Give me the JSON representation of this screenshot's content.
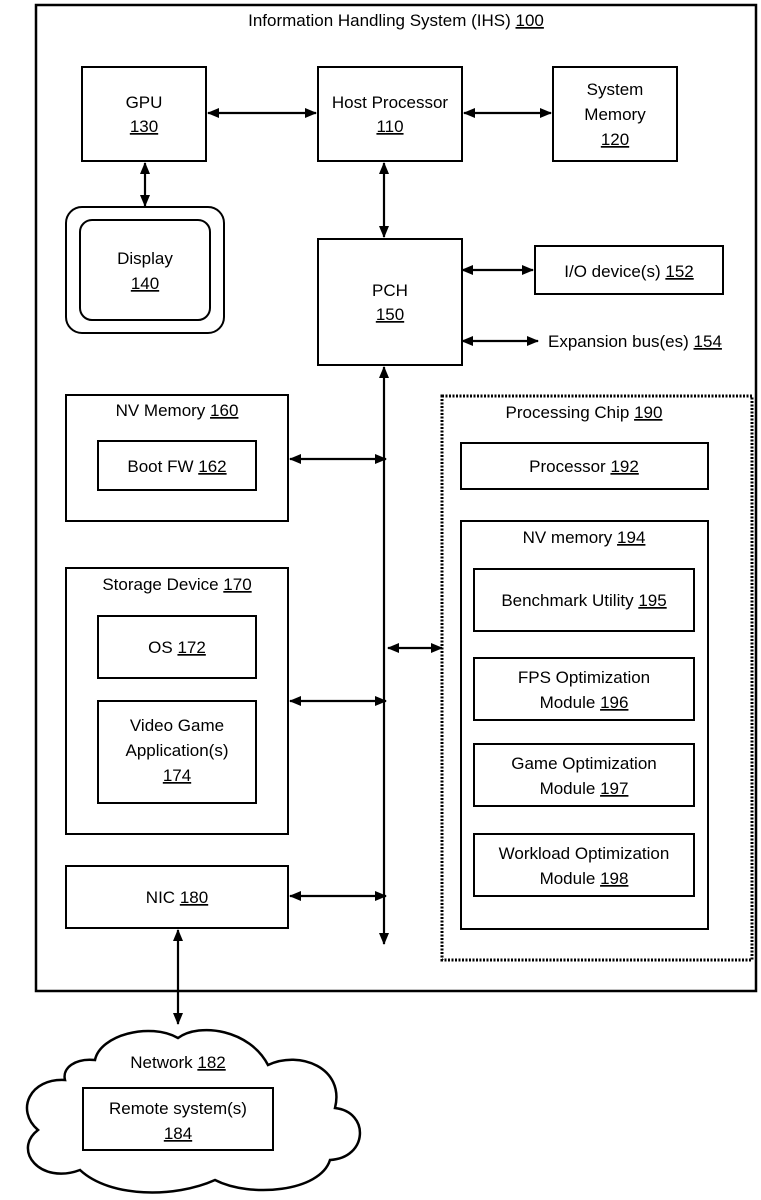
{
  "ihs": {
    "label": "Information Handling System (IHS)",
    "ref": "100"
  },
  "gpu": {
    "label": "GPU",
    "ref": "130"
  },
  "host_processor": {
    "label": "Host Processor",
    "ref": "110"
  },
  "system_memory": {
    "line1": "System",
    "line2": "Memory",
    "ref": "120"
  },
  "display": {
    "label": "Display",
    "ref": "140"
  },
  "pch": {
    "label": "PCH",
    "ref": "150"
  },
  "io_device": {
    "label": "I/O device(s)",
    "ref": "152"
  },
  "expansion_bus": {
    "label": "Expansion bus(es)",
    "ref": "154"
  },
  "nv_memory": {
    "label": "NV Memory",
    "ref": "160"
  },
  "boot_fw": {
    "label": "Boot FW",
    "ref": "162"
  },
  "storage_device": {
    "label": "Storage Device",
    "ref": "170"
  },
  "os": {
    "label": "OS",
    "ref": "172"
  },
  "video_game": {
    "line1": "Video Game",
    "line2": "Application(s)",
    "ref": "174"
  },
  "nic": {
    "label": "NIC",
    "ref": "180"
  },
  "network": {
    "label": "Network",
    "ref": "182"
  },
  "remote_system": {
    "label": "Remote system(s)",
    "ref": "184"
  },
  "processing_chip": {
    "label": "Processing Chip",
    "ref": "190"
  },
  "processor": {
    "label": "Processor",
    "ref": "192"
  },
  "nv_memory_chip": {
    "label": "NV memory",
    "ref": "194"
  },
  "benchmark": {
    "label": "Benchmark Utility",
    "ref": "195"
  },
  "fps_module": {
    "line1": "FPS Optimization",
    "line2": "Module",
    "ref": "196"
  },
  "game_module": {
    "line1": "Game Optimization",
    "line2": "Module",
    "ref": "197"
  },
  "workload_module": {
    "line1": "Workload Optimization",
    "line2": "Module",
    "ref": "198"
  }
}
